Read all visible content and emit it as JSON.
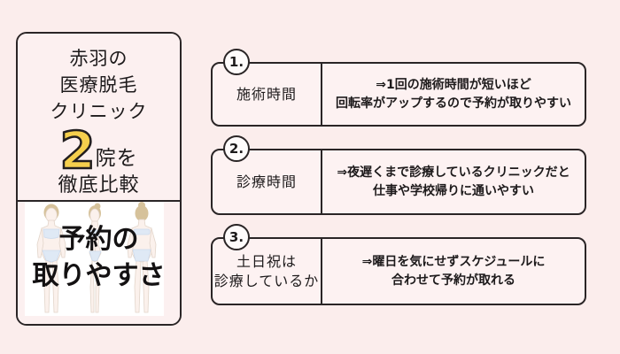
{
  "page": {
    "background_color": "#fbedec",
    "border_color": "#2a2526",
    "accent_yellow": "#f5cf4d"
  },
  "left_card": {
    "heading_line1": "赤羽の",
    "heading_line2": "医療脱毛",
    "heading_line3": "クリニック",
    "big_number": "2",
    "number_suffix": "院を",
    "heading_last": "徹底比較",
    "banner_line1": "予約の",
    "banner_line2": "取りやすさ",
    "illustration": "three-female-body-silhouettes"
  },
  "points": [
    {
      "number": "1.",
      "label_line1": "施術時間",
      "label_line2": "",
      "desc_line1": "⇒1回の施術時間が短いほど",
      "desc_line2": "回転率がアップするので予約が取りやすい"
    },
    {
      "number": "2.",
      "label_line1": "診療時間",
      "label_line2": "",
      "desc_line1": "⇒夜遅くまで診療しているクリニックだと",
      "desc_line2": "仕事や学校帰りに通いやすい"
    },
    {
      "number": "3.",
      "label_line1": "土日祝は",
      "label_line2": "診療しているか",
      "desc_line1": "⇒曜日を気にせずスケジュールに",
      "desc_line2": "合わせて予約が取れる"
    }
  ]
}
